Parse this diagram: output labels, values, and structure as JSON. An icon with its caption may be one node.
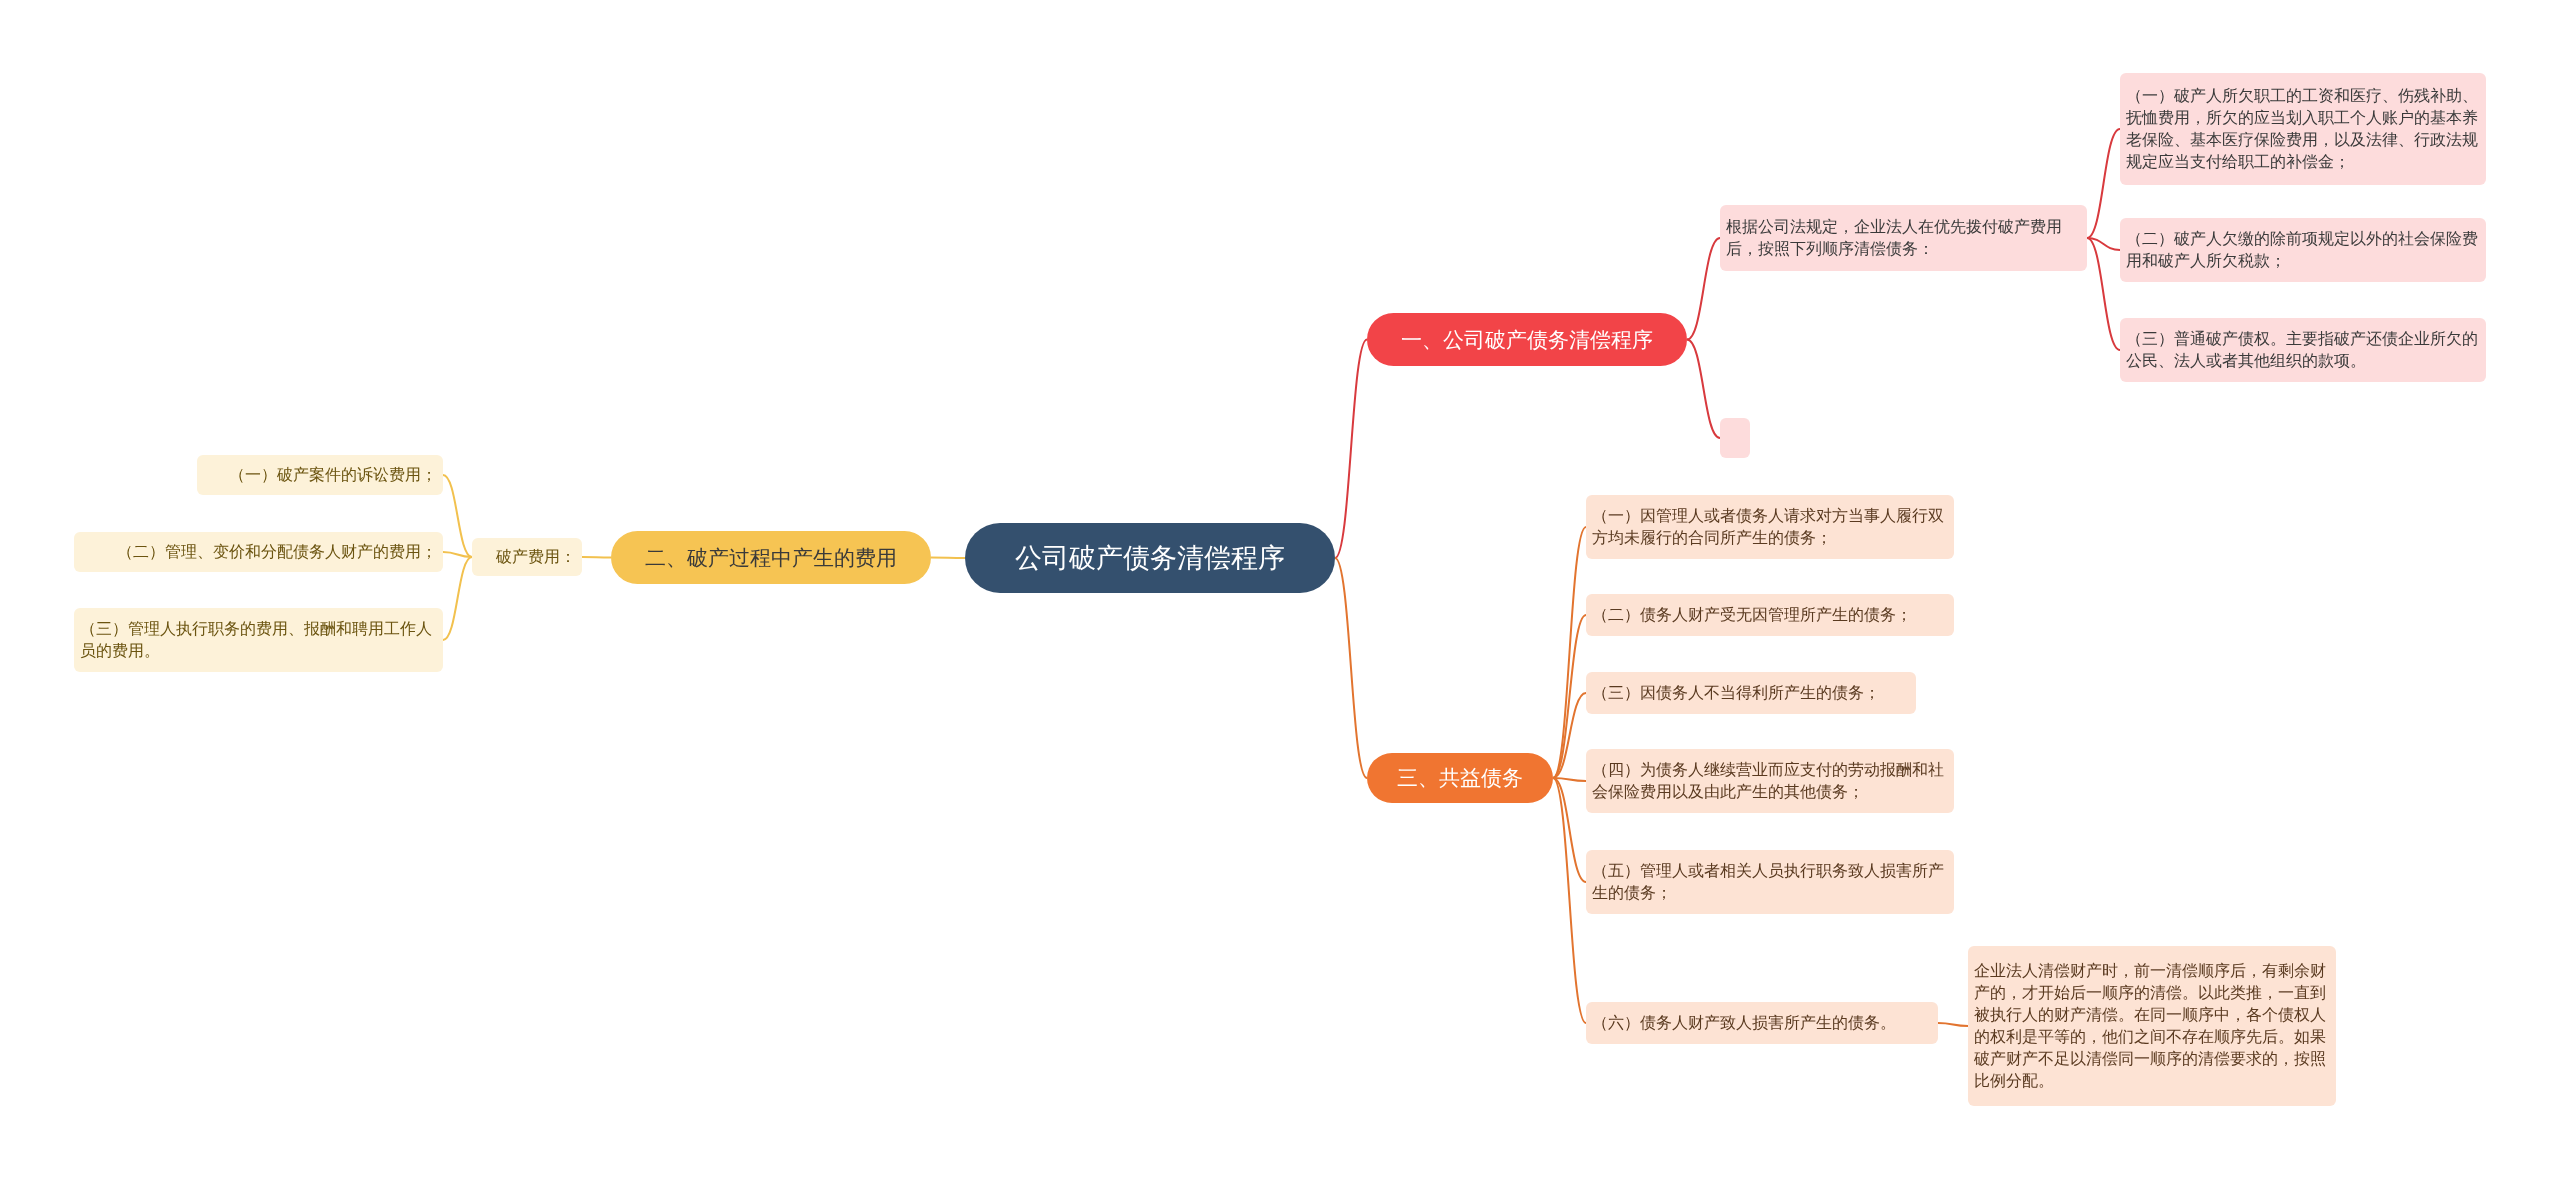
{
  "diagram": {
    "nodes": [
      {
        "text": [
          "公司破产债务清偿程序"
        ]
      },
      {
        "text": [
          "一、公司破产债务清偿程序"
        ]
      },
      {
        "text": [
          "根据公司法规定，企业法人在优先拨付破产费用后，按照下列顺序清偿债务："
        ]
      },
      {
        "text": [
          "（一）破产人所欠职工的工资和医疗、伤残补助、抚恤费用，所欠的应当划入职工个人账户的基本养老保险、基本医疗保险费用，以及法律、行政法规规定应当支付给职工的补偿金；"
        ]
      },
      {
        "text": [
          "（二）破产人欠缴的除前项规定以外的社会保险费用和破产人所欠税款；"
        ]
      },
      {
        "text": [
          "（三）普通破产债权。主要指破产还债企业所欠的公民、法人或者其他组织的款项。"
        ]
      },
      {
        "text": [],
        "shape": "box"
      },
      {
        "text": [
          "二、破产过程中产生的费用"
        ]
      },
      {
        "text": [
          "破产费用："
        ]
      },
      {
        "text": [
          "（一）破产案件的诉讼费用；"
        ]
      },
      {
        "text": [
          "（二）管理、变价和分配债务人财产的费用；"
        ]
      },
      {
        "text": [
          "（三）管理人执行职务的费用、报酬和聘用工作人员的费用。"
        ]
      },
      {
        "text": [
          "三、共益债务"
        ]
      },
      {
        "text": [
          "（一）因管理人或者债务人请求对方当事人履行双方均未履行的合同所产生的债务；"
        ]
      },
      {
        "text": [
          "（二）债务人财产受无因管理所产生的债务；"
        ]
      },
      {
        "text": [
          "（三）因债务人不当得利所产生的债务；"
        ]
      },
      {
        "text": [
          "（四）为债务人继续营业而应支付的劳动报酬和社会保险费用以及由此产生的其他债务；"
        ]
      },
      {
        "text": [
          "（五）管理人或者相关人员执行职务致人损害所产生的债务；"
        ]
      },
      {
        "text": [
          "（六）债务人财产致人损害所产生的债务。"
        ]
      },
      {
        "text": [
          "企业法人清偿财产时，前一清偿顺序后，有剩余财产的，才开始后一顺序的清偿。以此类推，一直到被执行人的财产清偿。在同一顺序中，各个债权人的权利是平等的，他们之间不存在顺序先后。如果破产财产不足以清偿同一顺序的清偿要求的，按照比例分配。"
        ]
      }
    ],
    "edges": [
      {
        "from": 0,
        "to": 1,
        "arrow": "none",
        "color": "#d83a3e"
      },
      {
        "from": 1,
        "to": 2,
        "arrow": "none",
        "color": "#d83a3e"
      },
      {
        "from": 1,
        "to": 6,
        "arrow": "none",
        "color": "#d83a3e"
      },
      {
        "from": 2,
        "to": 3,
        "arrow": "none",
        "color": "#d83a3e"
      },
      {
        "from": 2,
        "to": 4,
        "arrow": "none",
        "color": "#d83a3e"
      },
      {
        "from": 2,
        "to": 5,
        "arrow": "none",
        "color": "#d83a3e"
      },
      {
        "from": 0,
        "to": 7,
        "arrow": "none",
        "color": "#f2c14e"
      },
      {
        "from": 7,
        "to": 8,
        "arrow": "none",
        "color": "#f2c14e"
      },
      {
        "from": 8,
        "to": 9,
        "arrow": "none",
        "color": "#f2c14e"
      },
      {
        "from": 8,
        "to": 10,
        "arrow": "none",
        "color": "#f2c14e"
      },
      {
        "from": 8,
        "to": 11,
        "arrow": "none",
        "color": "#f2c14e"
      },
      {
        "from": 0,
        "to": 12,
        "arrow": "none"
      },
      {
        "from": 12,
        "to": 13,
        "arrow": "none"
      },
      {
        "from": 12,
        "to": 14,
        "arrow": "none"
      },
      {
        "from": 12,
        "to": 15,
        "arrow": "none"
      },
      {
        "from": 12,
        "to": 16,
        "arrow": "none"
      },
      {
        "from": 12,
        "to": 17,
        "arrow": "none"
      },
      {
        "from": 12,
        "to": 18,
        "arrow": "none"
      },
      {
        "from": 18,
        "to": 19,
        "arrow": "none"
      }
    ]
  }
}
